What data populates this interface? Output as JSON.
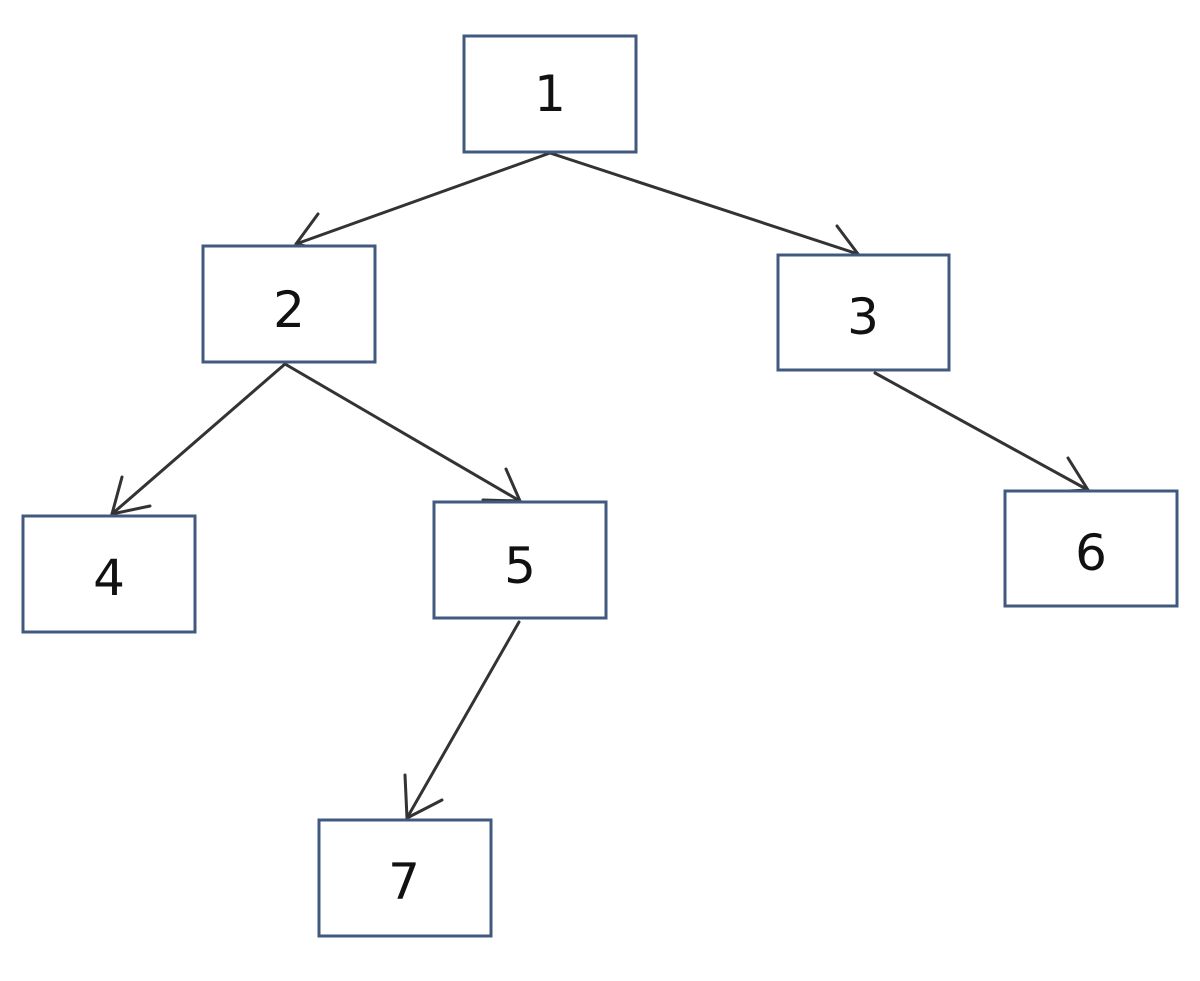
{
  "diagram": {
    "type": "tree",
    "colors": {
      "box_border": "#41587f",
      "box_fill": "#ffffff",
      "arrow": "#333333",
      "text": "#111111"
    },
    "nodes": [
      {
        "id": "n1",
        "label": "1"
      },
      {
        "id": "n2",
        "label": "2"
      },
      {
        "id": "n3",
        "label": "3"
      },
      {
        "id": "n4",
        "label": "4"
      },
      {
        "id": "n5",
        "label": "5"
      },
      {
        "id": "n6",
        "label": "6"
      },
      {
        "id": "n7",
        "label": "7"
      }
    ],
    "edges": [
      {
        "from": "1",
        "to": "2"
      },
      {
        "from": "1",
        "to": "3"
      },
      {
        "from": "2",
        "to": "4"
      },
      {
        "from": "2",
        "to": "5"
      },
      {
        "from": "3",
        "to": "6"
      },
      {
        "from": "5",
        "to": "7"
      }
    ]
  }
}
